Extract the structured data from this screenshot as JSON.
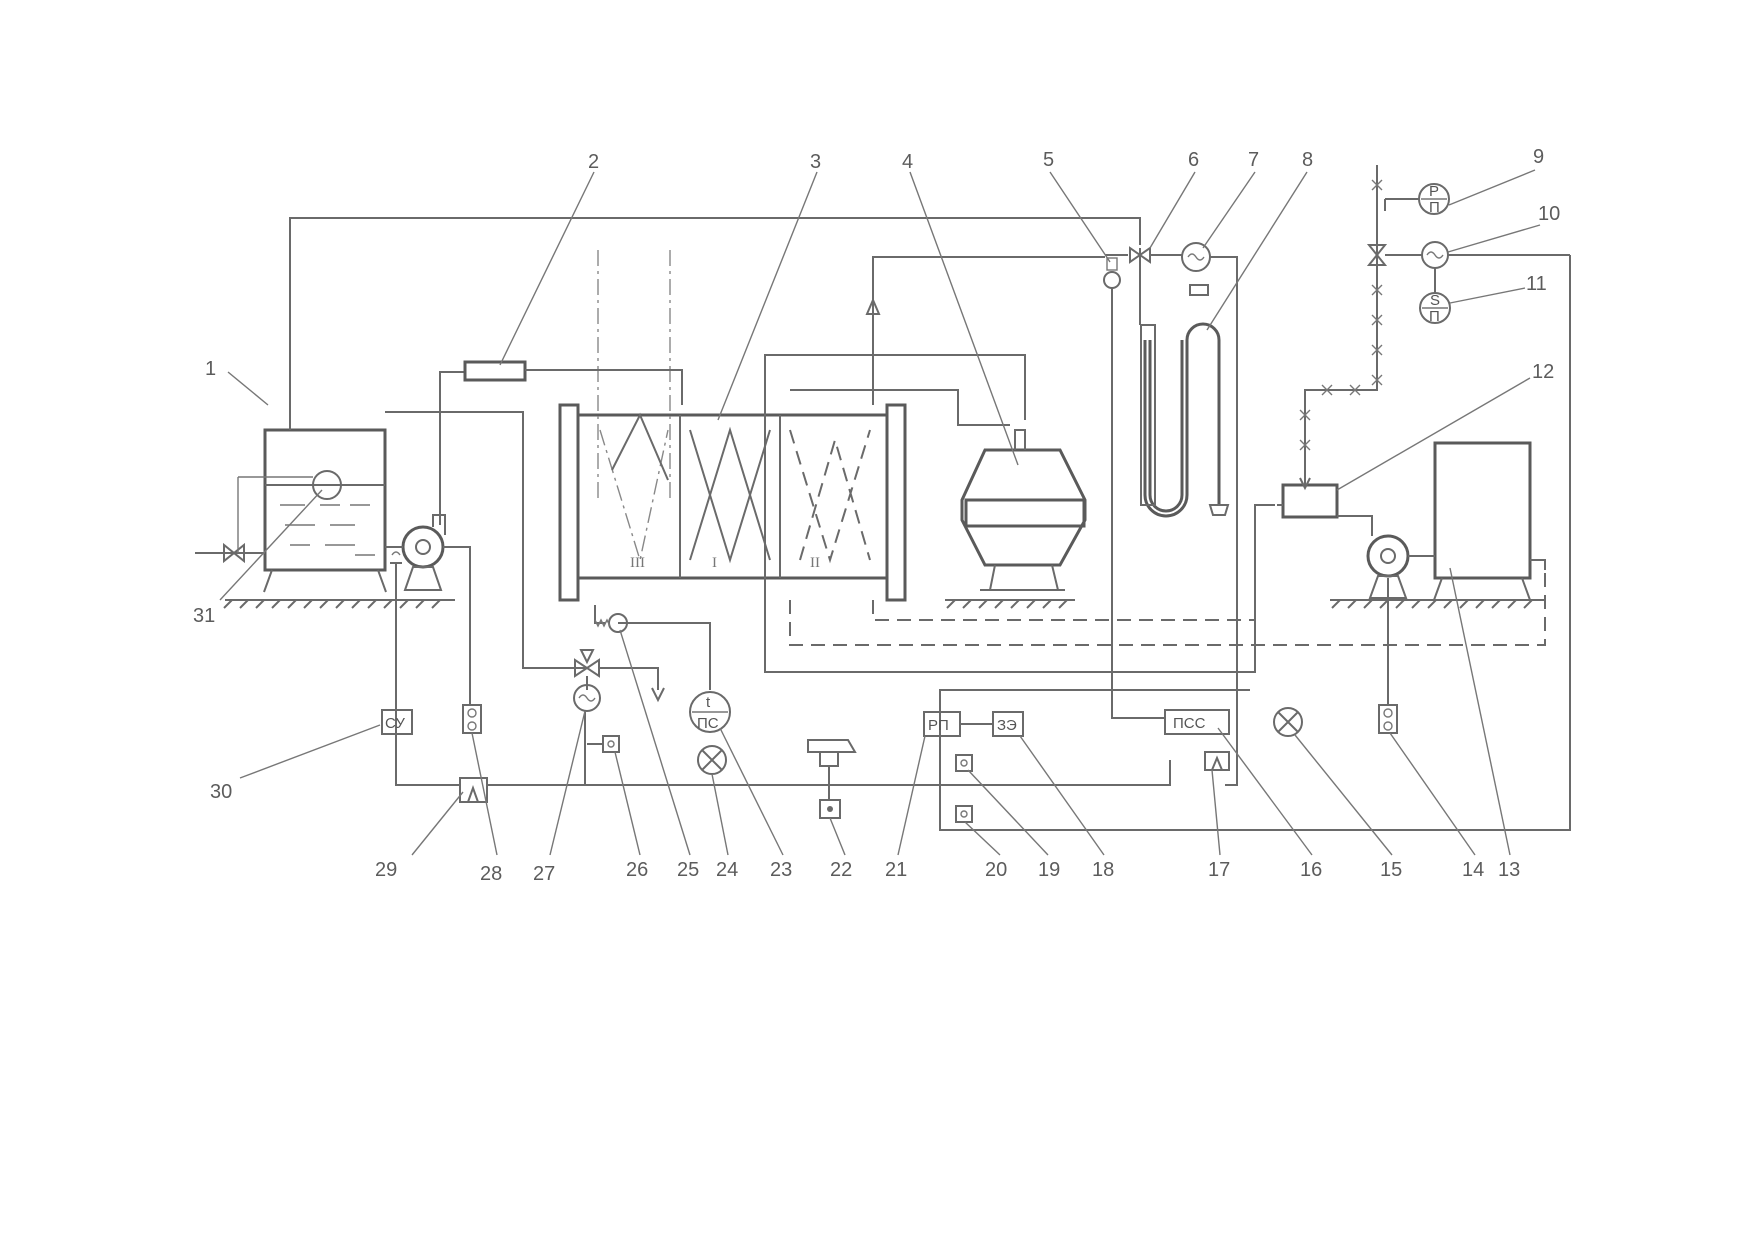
{
  "numbers": [
    "1",
    "2",
    "3",
    "4",
    "5",
    "6",
    "7",
    "8",
    "9",
    "10",
    "11",
    "12",
    "13",
    "14",
    "15",
    "16",
    "17",
    "18",
    "19",
    "20",
    "21",
    "22",
    "23",
    "24",
    "25",
    "26",
    "27",
    "28",
    "29",
    "30",
    "31"
  ],
  "box_labels": {
    "su": "СУ",
    "rp": "РП",
    "ze": "ЗЭ",
    "pss": "ПСС"
  },
  "gauge_labels": {
    "p": "Р",
    "s": "S",
    "t": "t",
    "p_den": "П",
    "pc_den": "ПС"
  },
  "zones": [
    "III",
    "I",
    "II"
  ],
  "icons": [
    "tank",
    "pump",
    "ejector",
    "reactor",
    "centrifuge",
    "valve",
    "three-way-valve",
    "flow-meter",
    "thermometer",
    "u-tube-manometer",
    "level-gauge",
    "indicator-lamp",
    "recorder",
    "pressure-gauge",
    "sensor"
  ]
}
